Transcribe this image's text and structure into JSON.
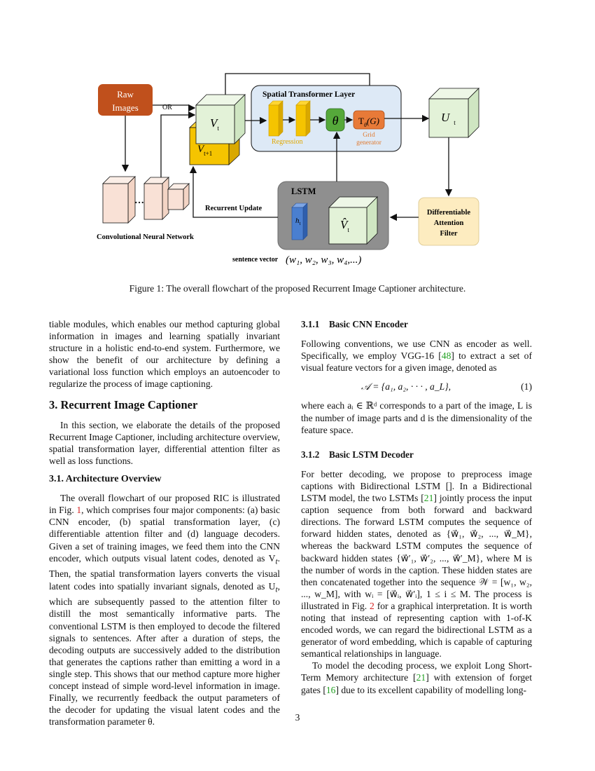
{
  "figure": {
    "raw_images": "Raw Images",
    "or": "OR",
    "vt": "V",
    "vt_sub": "t",
    "vt1": "V",
    "vt1_sub": "t+1",
    "stl_title": "Spatial Transformer Layer",
    "theta": "θ",
    "regression": "Regression",
    "grid_op": "T",
    "grid_op_sub": "θ",
    "grid_op_arg": "(G)",
    "grid_gen_1": "Grid",
    "grid_gen_2": "generator",
    "ut": "U",
    "ut_sub": "t",
    "lstm": "LSTM",
    "ht": "h",
    "ht_sub": "t",
    "vhat": "V̂",
    "vhat_sub": "t",
    "recurrent_update": "Recurrent Update",
    "cnn": "Convolutional Neural Network",
    "dots": "…",
    "daf_1": "Differentiable",
    "daf_2": "Attention",
    "daf_3": "Filter",
    "sentence_vector": "sentence vector",
    "sentence_tuple": "(w₁, w₂, w₃, w₄,...)",
    "colors": {
      "raw": "#c0501c",
      "yellow": "#f5c400",
      "lightgreen": "#e3f2d8",
      "green": "#55a83a",
      "orange": "#e87a38",
      "stl_bg": "#dde9f6",
      "lstm_bg": "#8f8f8f",
      "blue": "#4a7fd0",
      "cnn": "#f9e1d6",
      "daf": "#fdecc0"
    }
  },
  "caption": "Figure 1: The overall flowchart of the proposed Recurrent Image Captioner architecture.",
  "left": {
    "p1": "tiable modules, which enables our method capturing global information in images and learning spatially invariant structure in a holistic end-to-end system. Furthermore, we show the benefit of our architecture by defining a variational loss function which employs an autoencoder to regularize the process of image captioning.",
    "sec3": "3. Recurrent Image Captioner",
    "p2": "In this section, we elaborate the details of the proposed Recurrent Image Captioner, including architecture overview, spatial transformation layer, differential attention filter as well as loss functions.",
    "sec31": "3.1. Architecture Overview",
    "p3a": "The overall flowchart of our proposed RIC is illustrated in Fig. ",
    "p3ref": "1",
    "p3b": ", which comprises four major components: (a) basic CNN encoder, (b) spatial transformation layer, (c) differentiable attention filter and (d) language decoders. Given a set of training images, we feed them into the CNN encoder, which outputs visual latent codes, denoted as V",
    "p3c": ". Then, the spatial transformation layers converts the visual latent codes into spatially invariant signals, denoted as U",
    "p3d": ", which are subsequently passed to the attention filter to distill the most semantically informative parts. The conventional LSTM is then employed to decode the filtered signals to sentences. After after a duration of steps, the decoding outputs are successively added to the distribution that generates the captions rather than emitting a word in a single step. This shows that our method capture more higher concept instead of simple word-level information in image. Finally, we recurrently feedback the output parameters of the decoder for updating the visual latent codes and the transformation parameter θ."
  },
  "right": {
    "h311_num": "3.1.1",
    "h311": "Basic CNN Encoder",
    "p1a": "Following conventions, we use CNN as encoder as well. Specifically, we employ VGG-16 [",
    "p1ref": "48",
    "p1b": "] to extract a set of visual feature vectors for a given image, denoted as",
    "eq1": "𝒜 = {a₁, a₂, · · · , a_L},",
    "eq1_no": "(1)",
    "p2": "where each aᵢ ∈ ℝᵈ corresponds to a part of the image, L is the number of image parts and d is the dimensionality of the feature space.",
    "h312_num": "3.1.2",
    "h312": "Basic LSTM Decoder",
    "p3a": "For better decoding, we propose to preprocess image captions with Bidirectional LSTM []. In a Bidirectional LSTM model, the two LSTMs [",
    "p3ref1": "21",
    "p3b": "] jointly process the input caption sequence from both forward and backward directions. The forward LSTM computes the sequence of forward hidden states, denoted as {w⃗₁, w⃗₂, ..., w⃗_M}, whereas the backward LSTM computes the sequence of backward hidden states {w⃗′₁, w⃗′₂, ..., w⃗′_M}, where M is the number of words in the caption. These hidden states are then concatenated together into the sequence 𝒲 = [w₁, w₂, ..., w_M], with wᵢ = [w⃗ᵢ, w⃗′ᵢ], 1 ≤ i ≤ M. The process is illustrated in Fig. ",
    "p3ref2": "2",
    "p3c": " for a graphical interpretation. It is worth noting that instead of representing caption with 1-of-K encoded words, we can regard the bidirectional LSTM as a generator of word embedding, which is capable of capturing semantical relationships in language.",
    "p4a": "To model the decoding process, we exploit Long Short-Term Memory architecture [",
    "p4ref1": "21",
    "p4b": "] with extension of forget gates [",
    "p4ref2": "16",
    "p4c": "] due to its excellent capability of modelling long-"
  },
  "page_number": "3"
}
